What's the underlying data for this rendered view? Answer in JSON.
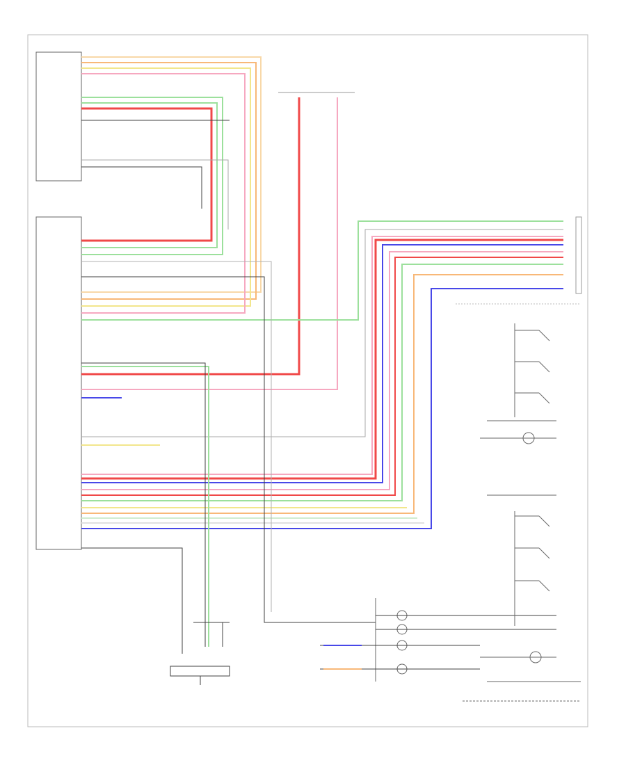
{
  "footer_code": "",
  "blocks": {
    "main_unit": "",
    "audio_unit": "",
    "antenna": "",
    "clock_spring": "",
    "right_switch": "",
    "left_switch": "",
    "steering_box": ""
  },
  "colors": {
    "red": "#f04848",
    "pink": "#f6a8c0",
    "green": "#9ce09c",
    "blue": "#4848e8",
    "orange": "#f8b878",
    "yellow": "#f2e68c",
    "gray": "#a8a8a8",
    "black": "#404040"
  },
  "harness": [
    {
      "color": "green"
    },
    {
      "color": "gray"
    },
    {
      "color": "pink"
    },
    {
      "color": "red"
    },
    {
      "color": "blue"
    },
    {
      "color": "pink"
    },
    {
      "color": "red"
    },
    {
      "color": "green"
    },
    {
      "color": "orange"
    },
    {
      "color": "blue"
    }
  ]
}
